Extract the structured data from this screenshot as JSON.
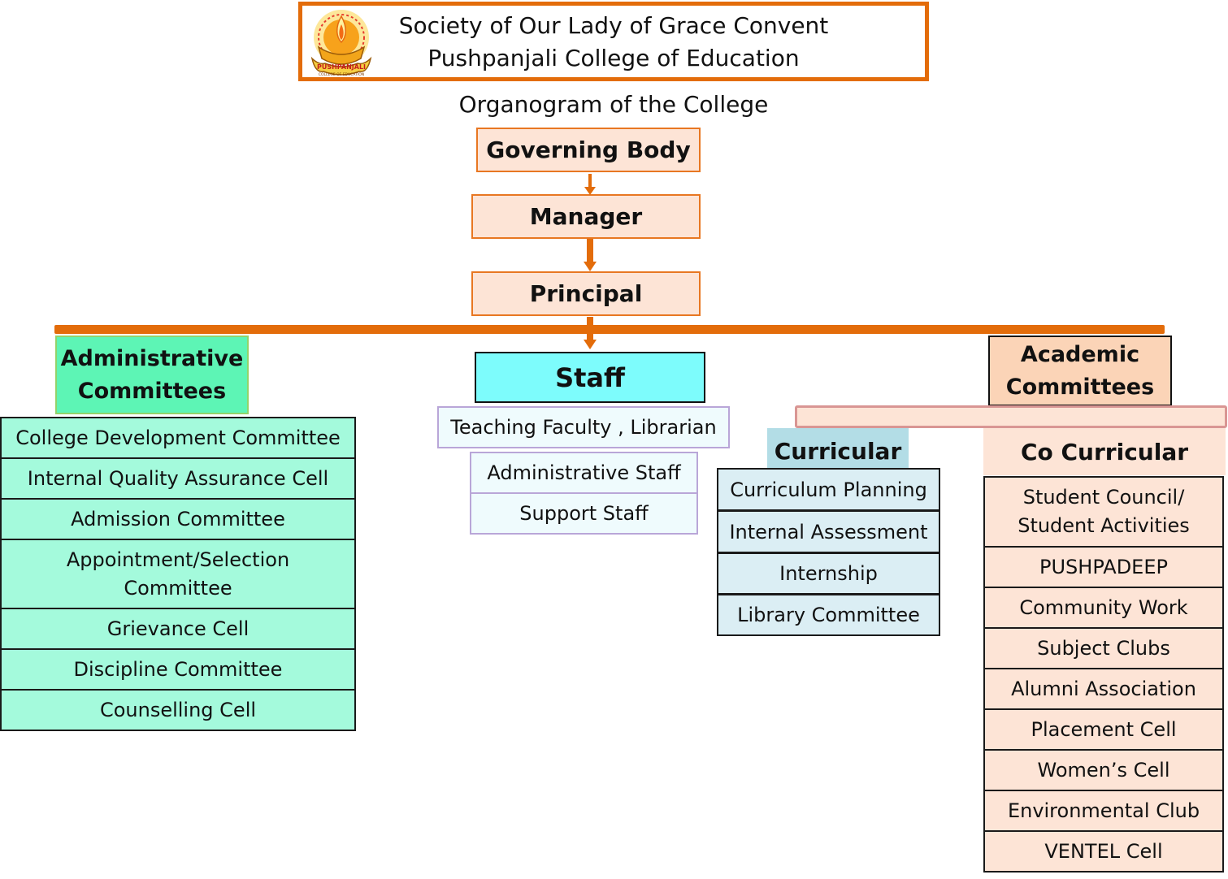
{
  "header": {
    "line1": "Society of Our Lady of Grace Convent",
    "line2": "Pushpanjali College of Education",
    "logo_text_1": "PUSHPANJALI",
    "logo_text_2": "COLLEGE OF EDUCATION"
  },
  "organogram_title": "Organogram of the College",
  "chain": {
    "governing_body": "Governing Body",
    "manager": "Manager",
    "principal": "Principal"
  },
  "administrative": {
    "title_line1": "Administrative",
    "title_line2": "Committees",
    "items": [
      "College  Development  Committee",
      "Internal Quality Assurance Cell",
      "Admission Committee",
      "Appointment/Selection Committee",
      "Grievance Cell",
      "Discipline Committee",
      "Counselling Cell"
    ]
  },
  "staff": {
    "title": "Staff",
    "items": [
      "Teaching Faculty , Librarian",
      "Administrative Staff",
      "Support Staff"
    ]
  },
  "academic": {
    "title_line1": "Academic",
    "title_line2": "Committees",
    "curricular": {
      "title": "Curricular",
      "items": [
        "Curriculum Planning",
        "Internal Assessment",
        "Internship",
        "Library Committee"
      ]
    },
    "co_curricular": {
      "title": "Co Curricular",
      "items": [
        "Student Council/ Student Activities",
        "PUSHPADEEP",
        "Community Work",
        "Subject Clubs",
        "Alumni Association",
        "Placement Cell",
        "Women’s Cell",
        "Environmental  Club",
        "VENTEL Cell"
      ]
    }
  },
  "colors": {
    "orange": "#e36c0a",
    "chain_fill": "#fde4d6",
    "admin_fill": "#a4fadc",
    "staff_fill": "#7dfcfc",
    "curricular_fill": "#dbeef4"
  }
}
